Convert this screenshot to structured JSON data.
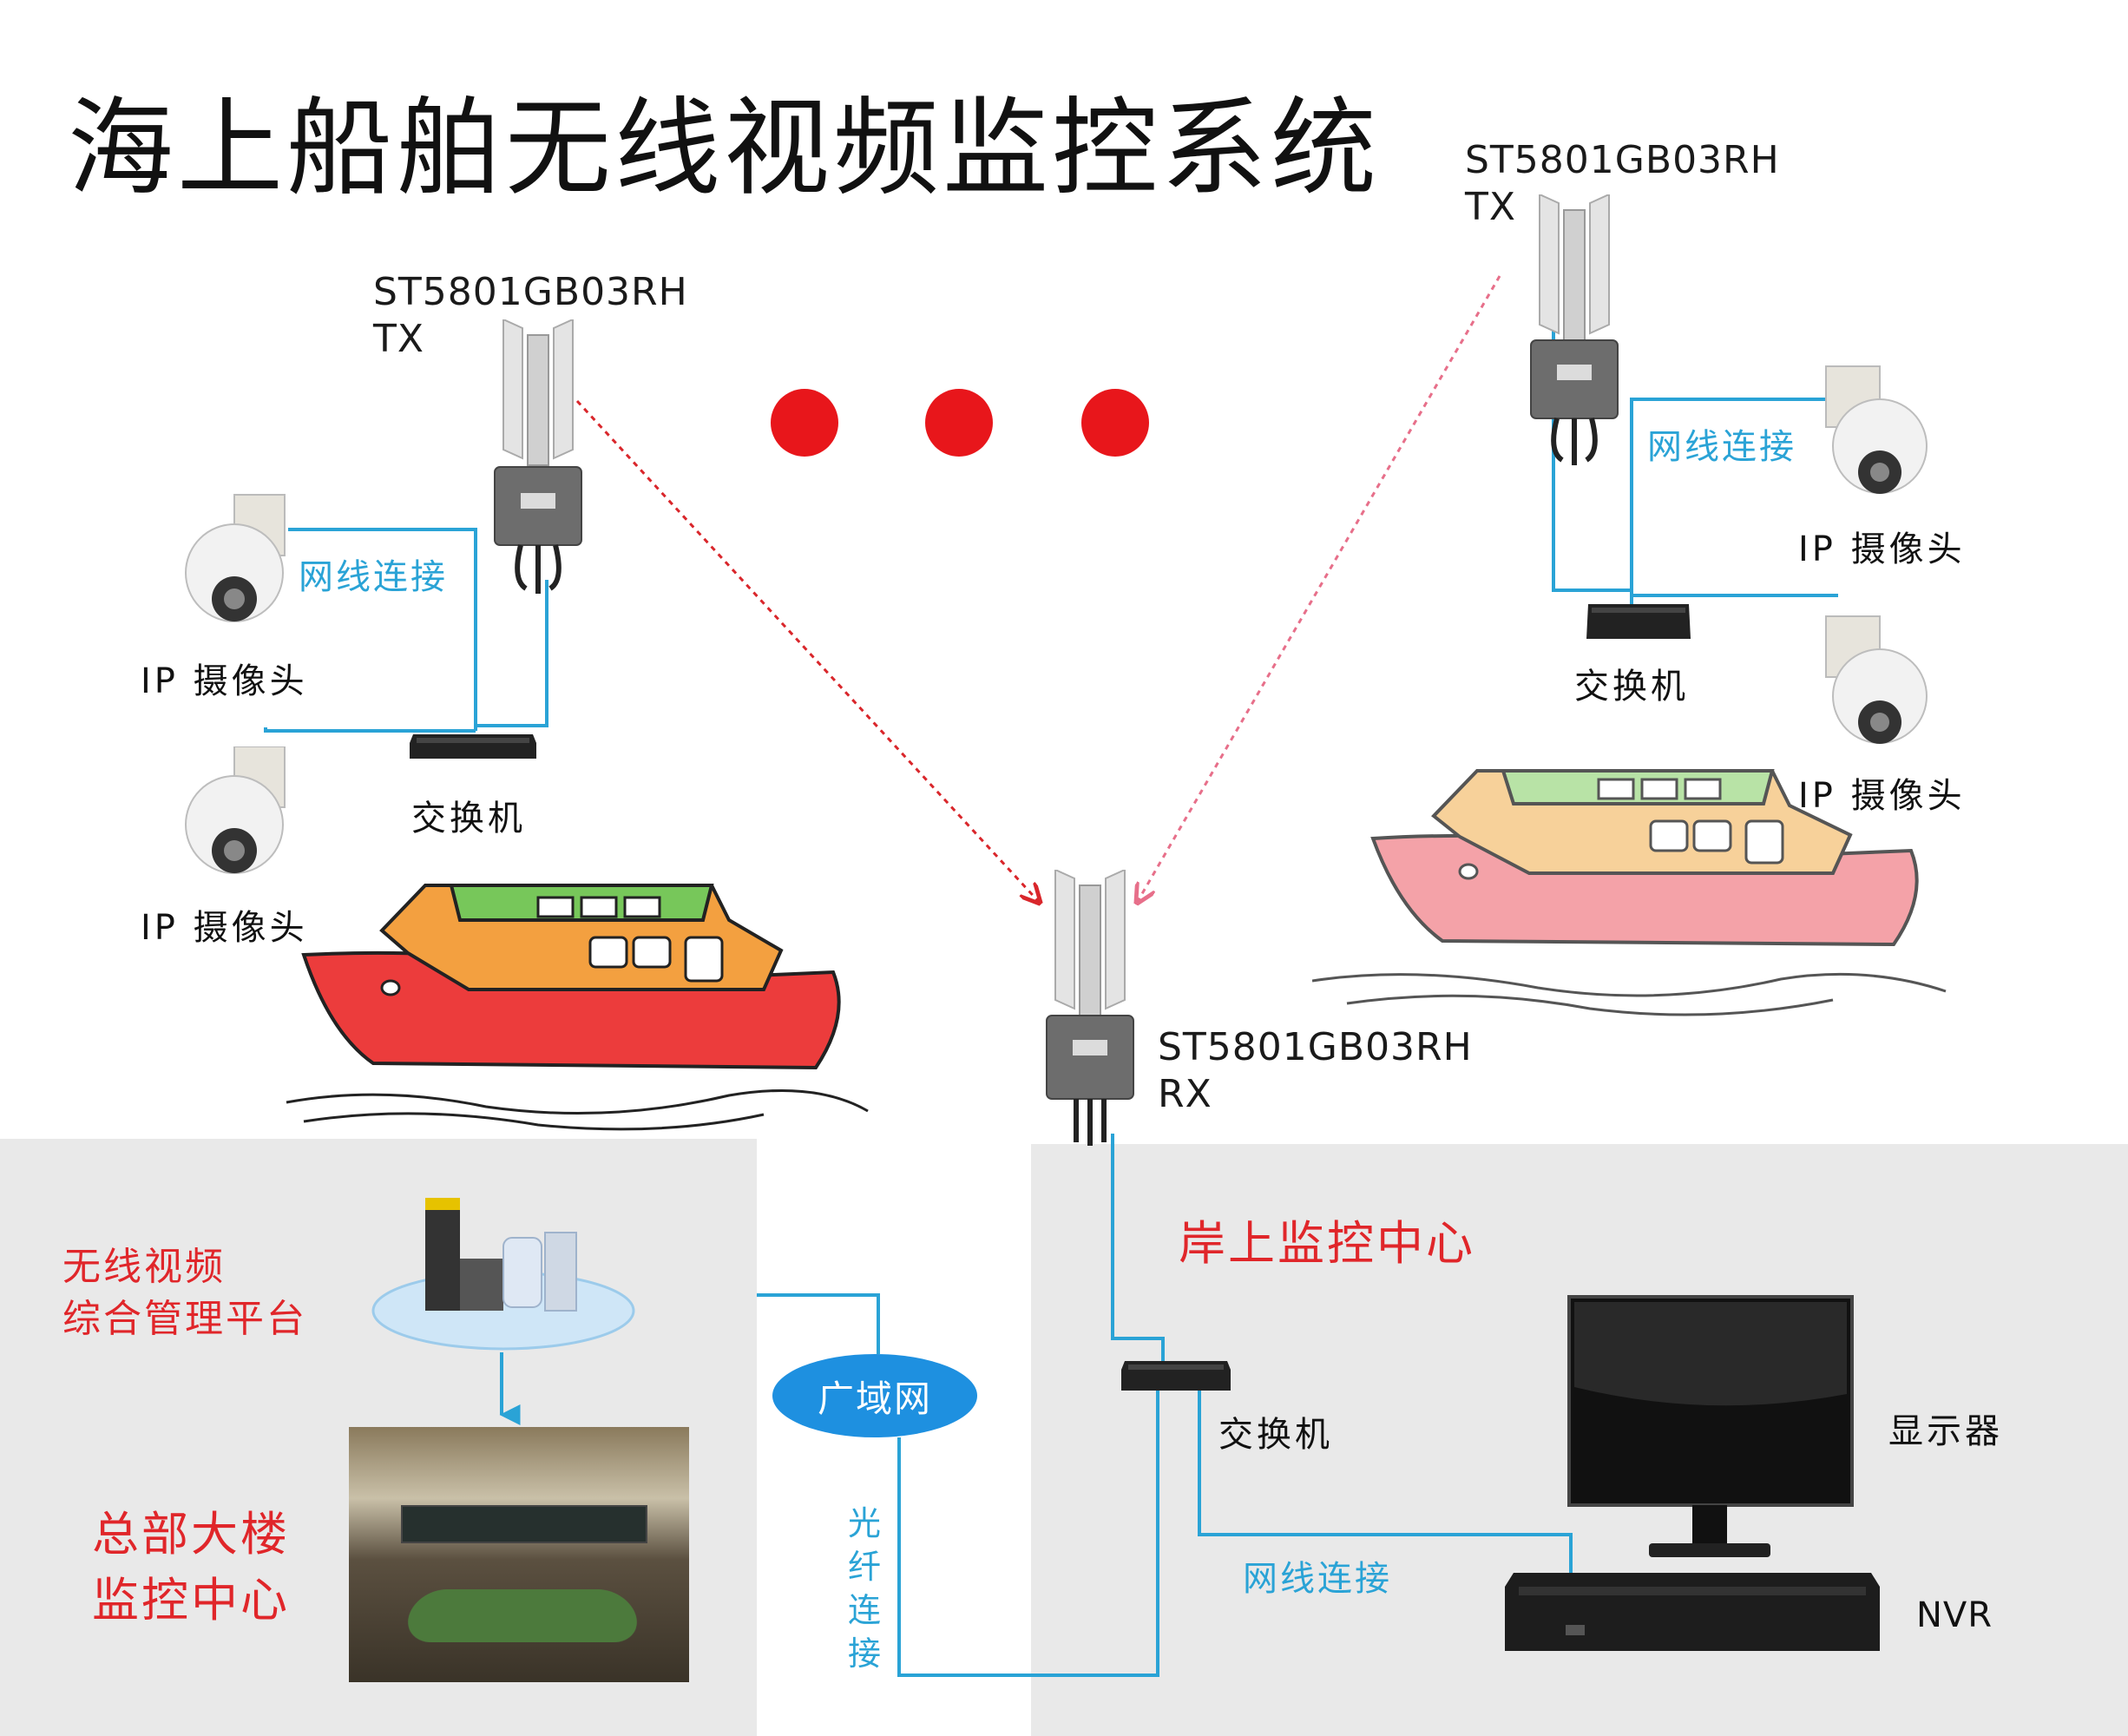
{
  "title": "海上船舶无线视频监控系统",
  "boat_left": {
    "tx_model": "ST5801GB03RH",
    "tx_role": "TX",
    "camera_label_1": "IP 摄像头",
    "camera_label_2": "IP 摄像头",
    "cable_label": "网线连接",
    "switch_label": "交换机"
  },
  "boat_right": {
    "tx_model": "ST5801GB03RH",
    "tx_role": "TX",
    "camera_label_1": "IP 摄像头",
    "camera_label_2": "IP 摄像头",
    "cable_label": "网线连接",
    "switch_label": "交换机"
  },
  "receiver": {
    "rx_model": "ST5801GB03RH",
    "rx_role": "RX"
  },
  "headquarters": {
    "platform_line1": "无线视频",
    "platform_line2": "综合管理平台",
    "center_line1": "总部大楼",
    "center_line2": "监控中心"
  },
  "network": {
    "wan_label": "广域网",
    "fiber_chars": [
      "光",
      "纤",
      "连",
      "接"
    ]
  },
  "shore": {
    "title": "岸上监控中心",
    "switch_label": "交换机",
    "monitor_label": "显示器",
    "nvr_label": "NVR",
    "cable_label": "网线连接"
  },
  "colors": {
    "cable_blue": "#2aa3d6",
    "wireless_red": "#d9262b",
    "wan_blue": "#1e90e0",
    "label_red": "#e0262a",
    "panel_gray": "#e9e9e9"
  }
}
